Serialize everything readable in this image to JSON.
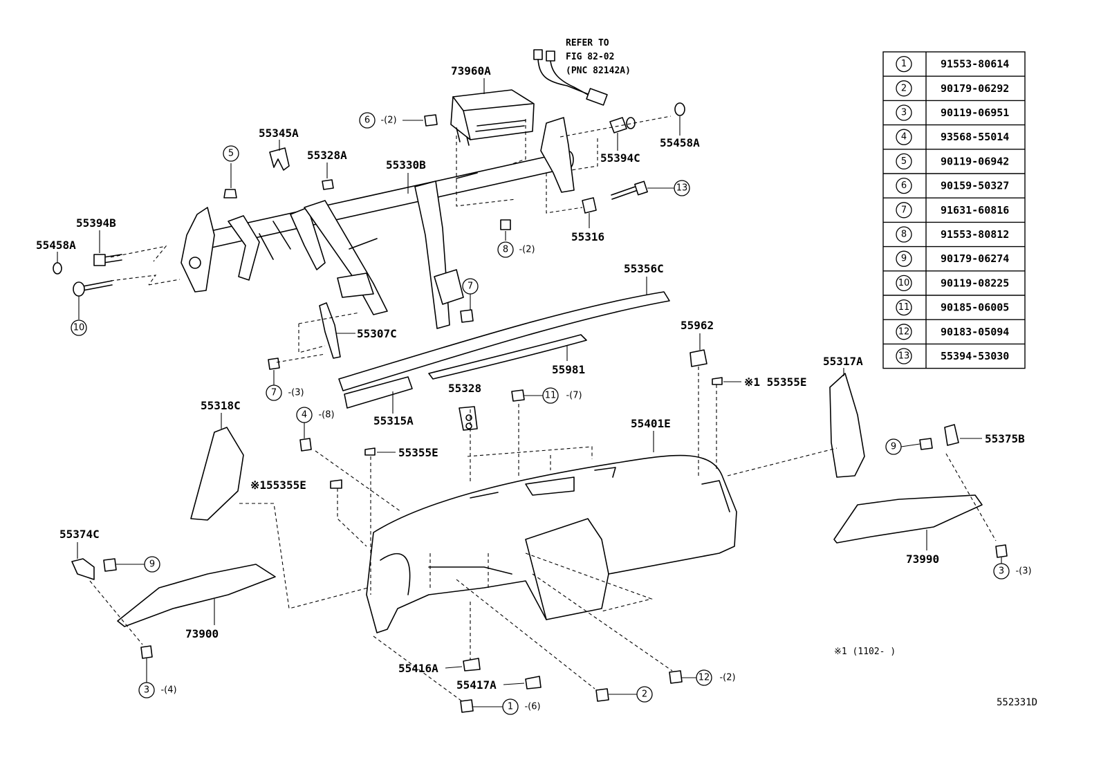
{
  "refer_note": [
    "REFER TO",
    "FIG 82-02",
    "(PNC 82142A)"
  ],
  "part_labels": {
    "p73960A": "73960A",
    "p55345A": "55345A",
    "p55328A": "55328A",
    "p55330B": "55330B",
    "p55394C": "55394C",
    "p55458A_r": "55458A",
    "p55394B": "55394B",
    "p55458A_l": "55458A",
    "p55316": "55316",
    "p55356C": "55356C",
    "p55307C": "55307C",
    "p55962": "55962",
    "p55981": "55981",
    "p55317A": "55317A",
    "p55355E_r": "※1 55355E",
    "p55328": "55328",
    "p55318C": "55318C",
    "p55315A": "55315A",
    "p55401E": "55401E",
    "p55355E_m": "55355E",
    "p55355E_l": "※155355E",
    "p55375B": "55375B",
    "p55374C": "55374C",
    "p73990": "73990",
    "p73900": "73900",
    "p55416A": "55416A",
    "p55417A": "55417A"
  },
  "callouts": {
    "c6": {
      "num": "6",
      "qty": "-(2)"
    },
    "c5": {
      "num": "5",
      "qty": ""
    },
    "c13": {
      "num": "13",
      "qty": ""
    },
    "c8": {
      "num": "8",
      "qty": "-(2)"
    },
    "c10": {
      "num": "10",
      "qty": ""
    },
    "c7a": {
      "num": "7",
      "qty": ""
    },
    "c7b": {
      "num": "7",
      "qty": "-(3)"
    },
    "c4": {
      "num": "4",
      "qty": "-(8)"
    },
    "c11": {
      "num": "11",
      "qty": "-(7)"
    },
    "c9a": {
      "num": "9",
      "qty": ""
    },
    "c9b": {
      "num": "9",
      "qty": ""
    },
    "c3a": {
      "num": "3",
      "qty": "-(4)"
    },
    "c3b": {
      "num": "3",
      "qty": "-(3)"
    },
    "c1": {
      "num": "1",
      "qty": "-(6)"
    },
    "c2": {
      "num": "2",
      "qty": ""
    },
    "c12": {
      "num": "12",
      "qty": "-(2)"
    }
  },
  "parts_table": [
    {
      "num": "1",
      "part": "91553-80614"
    },
    {
      "num": "2",
      "part": "90179-06292"
    },
    {
      "num": "3",
      "part": "90119-06951"
    },
    {
      "num": "4",
      "part": "93568-55014"
    },
    {
      "num": "5",
      "part": "90119-06942"
    },
    {
      "num": "6",
      "part": "90159-50327"
    },
    {
      "num": "7",
      "part": "91631-60816"
    },
    {
      "num": "8",
      "part": "91553-80812"
    },
    {
      "num": "9",
      "part": "90179-06274"
    },
    {
      "num": "10",
      "part": "90119-08225"
    },
    {
      "num": "11",
      "part": "90185-06005"
    },
    {
      "num": "12",
      "part": "90183-05094"
    },
    {
      "num": "13",
      "part": "55394-53030"
    }
  ],
  "footnote": "※1 (1102-      )",
  "diagram_code": "552331D"
}
